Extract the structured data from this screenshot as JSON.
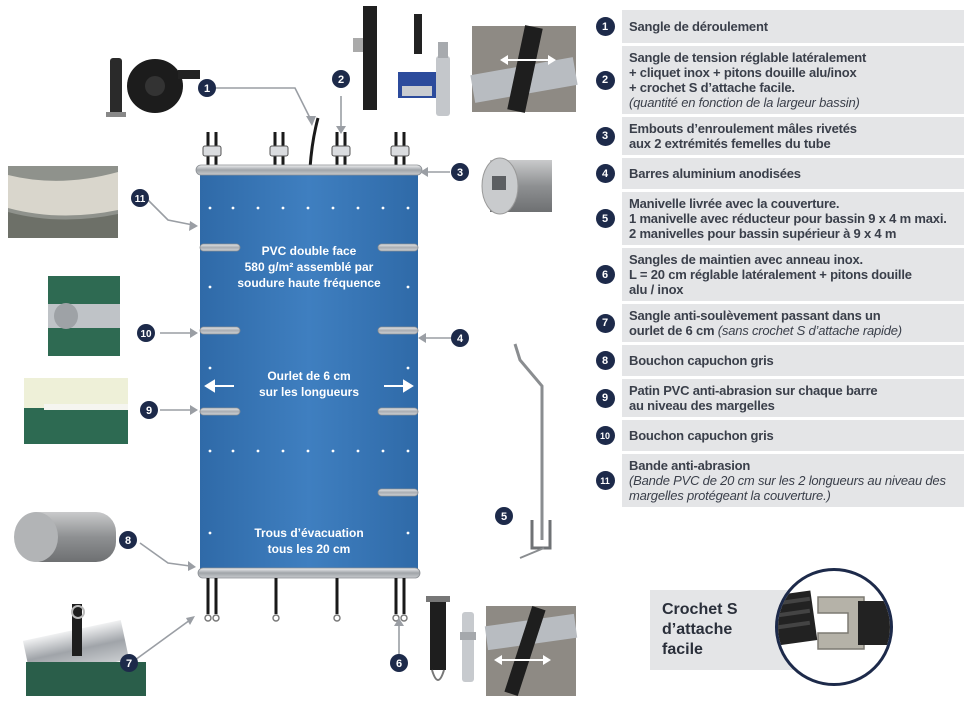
{
  "panel_labels": {
    "pvc_line1": "PVC double face",
    "pvc_line2": "580 g/m² assemblé par",
    "pvc_line3": "soudure haute fréquence",
    "ourlet_line1": "Ourlet de 6 cm",
    "ourlet_line2": "sur les longueurs",
    "trous_line1": "Trous d’évacuation",
    "trous_line2": "tous les 20 cm"
  },
  "callout_numbers": [
    "1",
    "2",
    "3",
    "4",
    "5",
    "6",
    "7",
    "8",
    "9",
    "10",
    "11"
  ],
  "legend": [
    {
      "num": "1",
      "lines": [
        "Sangle de déroulement"
      ],
      "italic": ""
    },
    {
      "num": "2",
      "lines": [
        "Sangle de tension réglable latéralement",
        "+ cliquet inox + pitons douille alu/inox",
        "+ crochet S d’attache facile."
      ],
      "italic": "(quantité en fonction de la largeur bassin)"
    },
    {
      "num": "3",
      "lines": [
        "Embouts d’enroulement mâles rivetés",
        "aux 2 extrémités femelles du tube"
      ],
      "italic": ""
    },
    {
      "num": "4",
      "lines": [
        "Barres aluminium anodisées"
      ],
      "italic": ""
    },
    {
      "num": "5",
      "lines": [
        "Manivelle livrée avec la couverture.",
        "1 manivelle avec réducteur pour bassin 9 x 4 m maxi.",
        "2 manivelles pour bassin supérieur à 9 x 4 m"
      ],
      "italic": ""
    },
    {
      "num": "6",
      "lines": [
        "Sangles de maintien avec anneau inox.",
        "L = 20 cm réglable latéralement + pitons douille",
        "alu / inox"
      ],
      "italic": ""
    },
    {
      "num": "7",
      "lines": [
        "Sangle anti-soulèvement passant dans un",
        "ourlet de 6 cm"
      ],
      "italic": "(sans crochet S d’attache rapide)",
      "italic_inline": true
    },
    {
      "num": "8",
      "lines": [
        "Bouchon capuchon gris"
      ],
      "italic": ""
    },
    {
      "num": "9",
      "lines": [
        "Patin PVC anti-abrasion sur chaque barre",
        "au niveau des margelles"
      ],
      "italic": ""
    },
    {
      "num": "10",
      "lines": [
        "Bouchon capuchon gris"
      ],
      "italic": ""
    },
    {
      "num": "11",
      "lines": [
        "Bande anti-abrasion"
      ],
      "italic": "(Bande PVC de 20 cm sur les 2 longueurs au niveau des margelles protégeant la couverture.)"
    }
  ],
  "hook": {
    "line1": "Crochet S",
    "line2": "d’attache",
    "line3": "facile"
  },
  "colors": {
    "panel_blue": "#3b78b8",
    "navy": "#1d2a4a",
    "legend_bg": "#e4e5e7",
    "aluminium": "#b9bcc0"
  }
}
